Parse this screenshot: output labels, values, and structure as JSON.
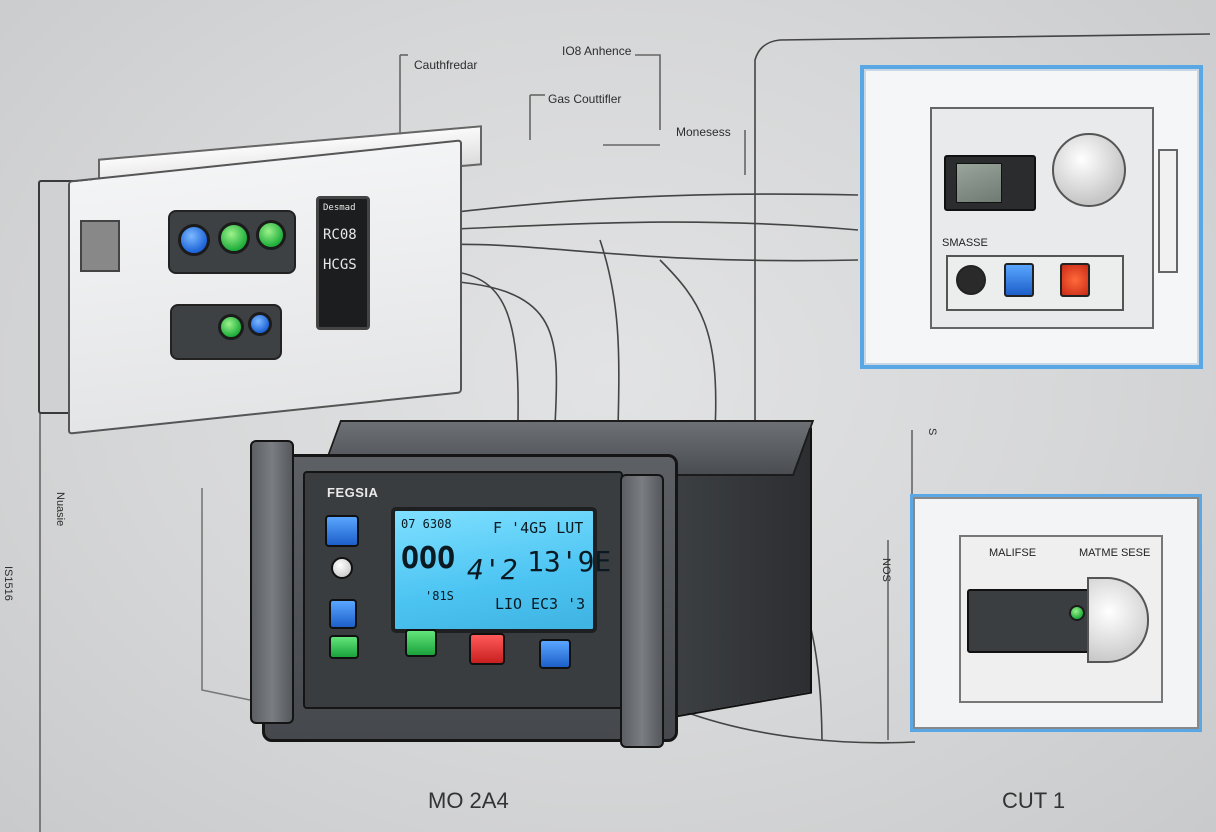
{
  "annotations": {
    "controller_top": "Cauthfredar",
    "io_anhence": "IO8 Anhence",
    "gas_controller": "Gas Couttifler",
    "monesess": "Monesess",
    "left_vertical": "Nuasie",
    "left_far": "IS1516",
    "right_vertical_1": "S",
    "right_vertical_2": "NOS"
  },
  "left_controller": {
    "display_top": "Desmad",
    "display_line1": "RC08",
    "display_line2": "HCGS"
  },
  "right_panel": {
    "label": "SMASSE"
  },
  "meter": {
    "brand": "FEGSIA",
    "lcd": {
      "row1_left": "07  6308",
      "row1_right": "F  '4G5 LUT",
      "big_left": "OOO",
      "big_mid": "4'2",
      "big_right": "13'9E",
      "row3_left": "'81S",
      "row3_mid": "LIO",
      "row3_right": "EC3 '3"
    }
  },
  "bottom_right": {
    "label_left": "MALIFSE",
    "label_right": "MATME SESE"
  },
  "bottom_labels": {
    "left": "MO 2A4",
    "right": "CUT 1"
  },
  "colors": {
    "panel_border": "#5aa7e6",
    "lcd_blue": "#4cc4f2",
    "button_blue": "#1c5fc9",
    "button_green": "#1ba23c",
    "button_red": "#c81f1f"
  }
}
